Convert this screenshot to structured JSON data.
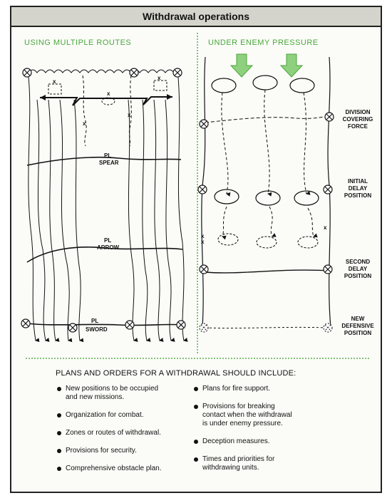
{
  "title": "Withdrawal operations",
  "left_panel": {
    "heading": "USING MULTIPLE ROUTES",
    "phase_lines": [
      {
        "pl": "PL",
        "name": "SPEAR"
      },
      {
        "pl": "PL",
        "name": "ARROW"
      },
      {
        "pl": "PL",
        "name": "SWORD"
      }
    ]
  },
  "right_panel": {
    "heading": "UNDER ENEMY PRESSURE",
    "positions": [
      {
        "name": "DIVISION COVERING FORCE",
        "lines": [
          "DIVISION",
          "COVERING",
          "FORCE"
        ]
      },
      {
        "name": "INITIAL DELAY POSITION",
        "lines": [
          "INITIAL",
          "DELAY",
          "POSITION"
        ]
      },
      {
        "name": "SECOND DELAY POSITION",
        "lines": [
          "SECOND",
          "DELAY",
          "POSITION"
        ]
      },
      {
        "name": "NEW DEFENSIVE POSITION",
        "lines": [
          "NEW",
          "DEFENSIVE",
          "POSITION"
        ]
      }
    ]
  },
  "plans": {
    "heading": "PLANS AND ORDERS FOR A WITHDRAWAL SHOULD INCLUDE:",
    "left_items": [
      {
        "line1": "New positions to be occupied",
        "line2": "and new missions."
      },
      {
        "line1": "Organization for combat.",
        "line2": ""
      },
      {
        "line1": "Zones or routes of withdrawal.",
        "line2": ""
      },
      {
        "line1": "Provisions for security.",
        "line2": ""
      },
      {
        "line1": "Comprehensive obstacle plan.",
        "line2": ""
      }
    ],
    "right_items": [
      {
        "line1": "Plans for fire support.",
        "line2": "",
        "line3": ""
      },
      {
        "line1": "Provisions for breaking",
        "line2": "contact when the withdrawal",
        "line3": "is under enemy pressure."
      },
      {
        "line1": "Deception measures.",
        "line2": "",
        "line3": ""
      },
      {
        "line1": "Times and priorities for",
        "line2": "withdrawing units.",
        "line3": ""
      }
    ]
  },
  "colors": {
    "accent_green": "#4ba63c",
    "arrow_green": "#8fd07e",
    "title_bg": "#d4d4cc"
  }
}
